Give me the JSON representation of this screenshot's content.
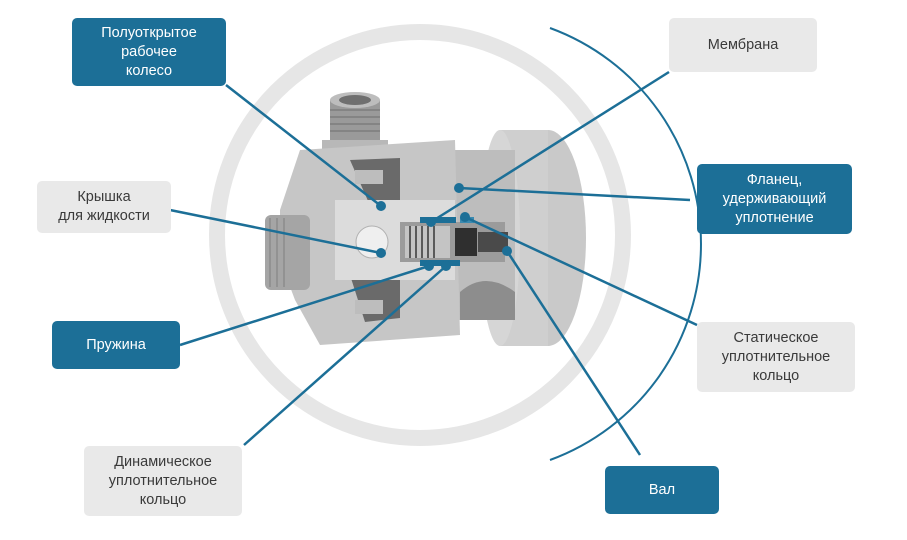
{
  "colors": {
    "accent": "#1c6f97",
    "label_gray": "#e9e9e9",
    "leader_line": "#1c6f97",
    "ring": "#e6e6e6"
  },
  "labels": {
    "impeller": "Полуоткрытое\nрабочее\nколесо",
    "membrane": "Мембрана",
    "liquid_cover": "Крышка\nдля жидкости",
    "flange": "Фланец,\nудерживающий\nуплотнение",
    "spring": "Пружина",
    "static_ring": "Статическое\nуплотнительное\nкольцо",
    "dynamic_ring": "Динамическое\nуплотнительное\nкольцо",
    "shaft": "Вал"
  }
}
